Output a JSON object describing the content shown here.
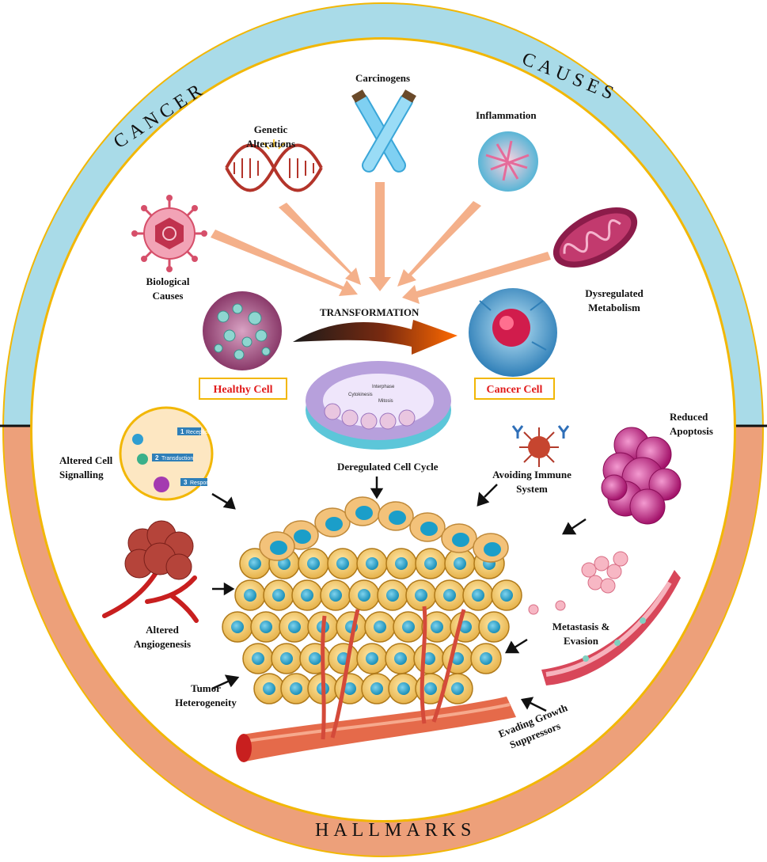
{
  "ring": {
    "top_left": "CANCER",
    "top_right": "CAUSES",
    "bottom": "HALLMARKS",
    "top_color": "#a9dbe8",
    "bottom_color": "#eda07a",
    "rim_color": "#f2b705"
  },
  "causes": {
    "carcinogens": "Carcinogens",
    "genetic": [
      "Genetic",
      "Alterations"
    ],
    "inflammation": "Inflammation",
    "biological": [
      "Biological",
      "Causes"
    ],
    "metabolism": [
      "Dysregulated",
      "Metabolism"
    ]
  },
  "transformation": {
    "title": "TRANSFORMATION",
    "healthy": "Healthy Cell",
    "cancer": "Cancer Cell"
  },
  "hallmarks": {
    "cell_cycle": "Deregulated Cell Cycle",
    "signalling": [
      "Altered Cell",
      "Signalling"
    ],
    "immune": [
      "Avoiding Immune",
      "System"
    ],
    "apoptosis": [
      "Reduced",
      "Apoptosis"
    ],
    "angiogenesis": [
      "Altered",
      "Angiogenesis"
    ],
    "metastasis": [
      "Metastasis &",
      "Evasion"
    ],
    "heterogeneity": [
      "Tumor",
      "Heterogeneity"
    ],
    "suppressors": [
      "Evading Growth",
      "Suppressors"
    ]
  },
  "cell_cycle_figure": {
    "interphase": "Interphase",
    "cytokinesis": "Cytokinesis",
    "mitosis": "Mitosis"
  },
  "signalling_figure": {
    "step1": "Reception",
    "step2": "Transduction",
    "step3": "Response",
    "n1": "1",
    "n2": "2",
    "n3": "3"
  }
}
